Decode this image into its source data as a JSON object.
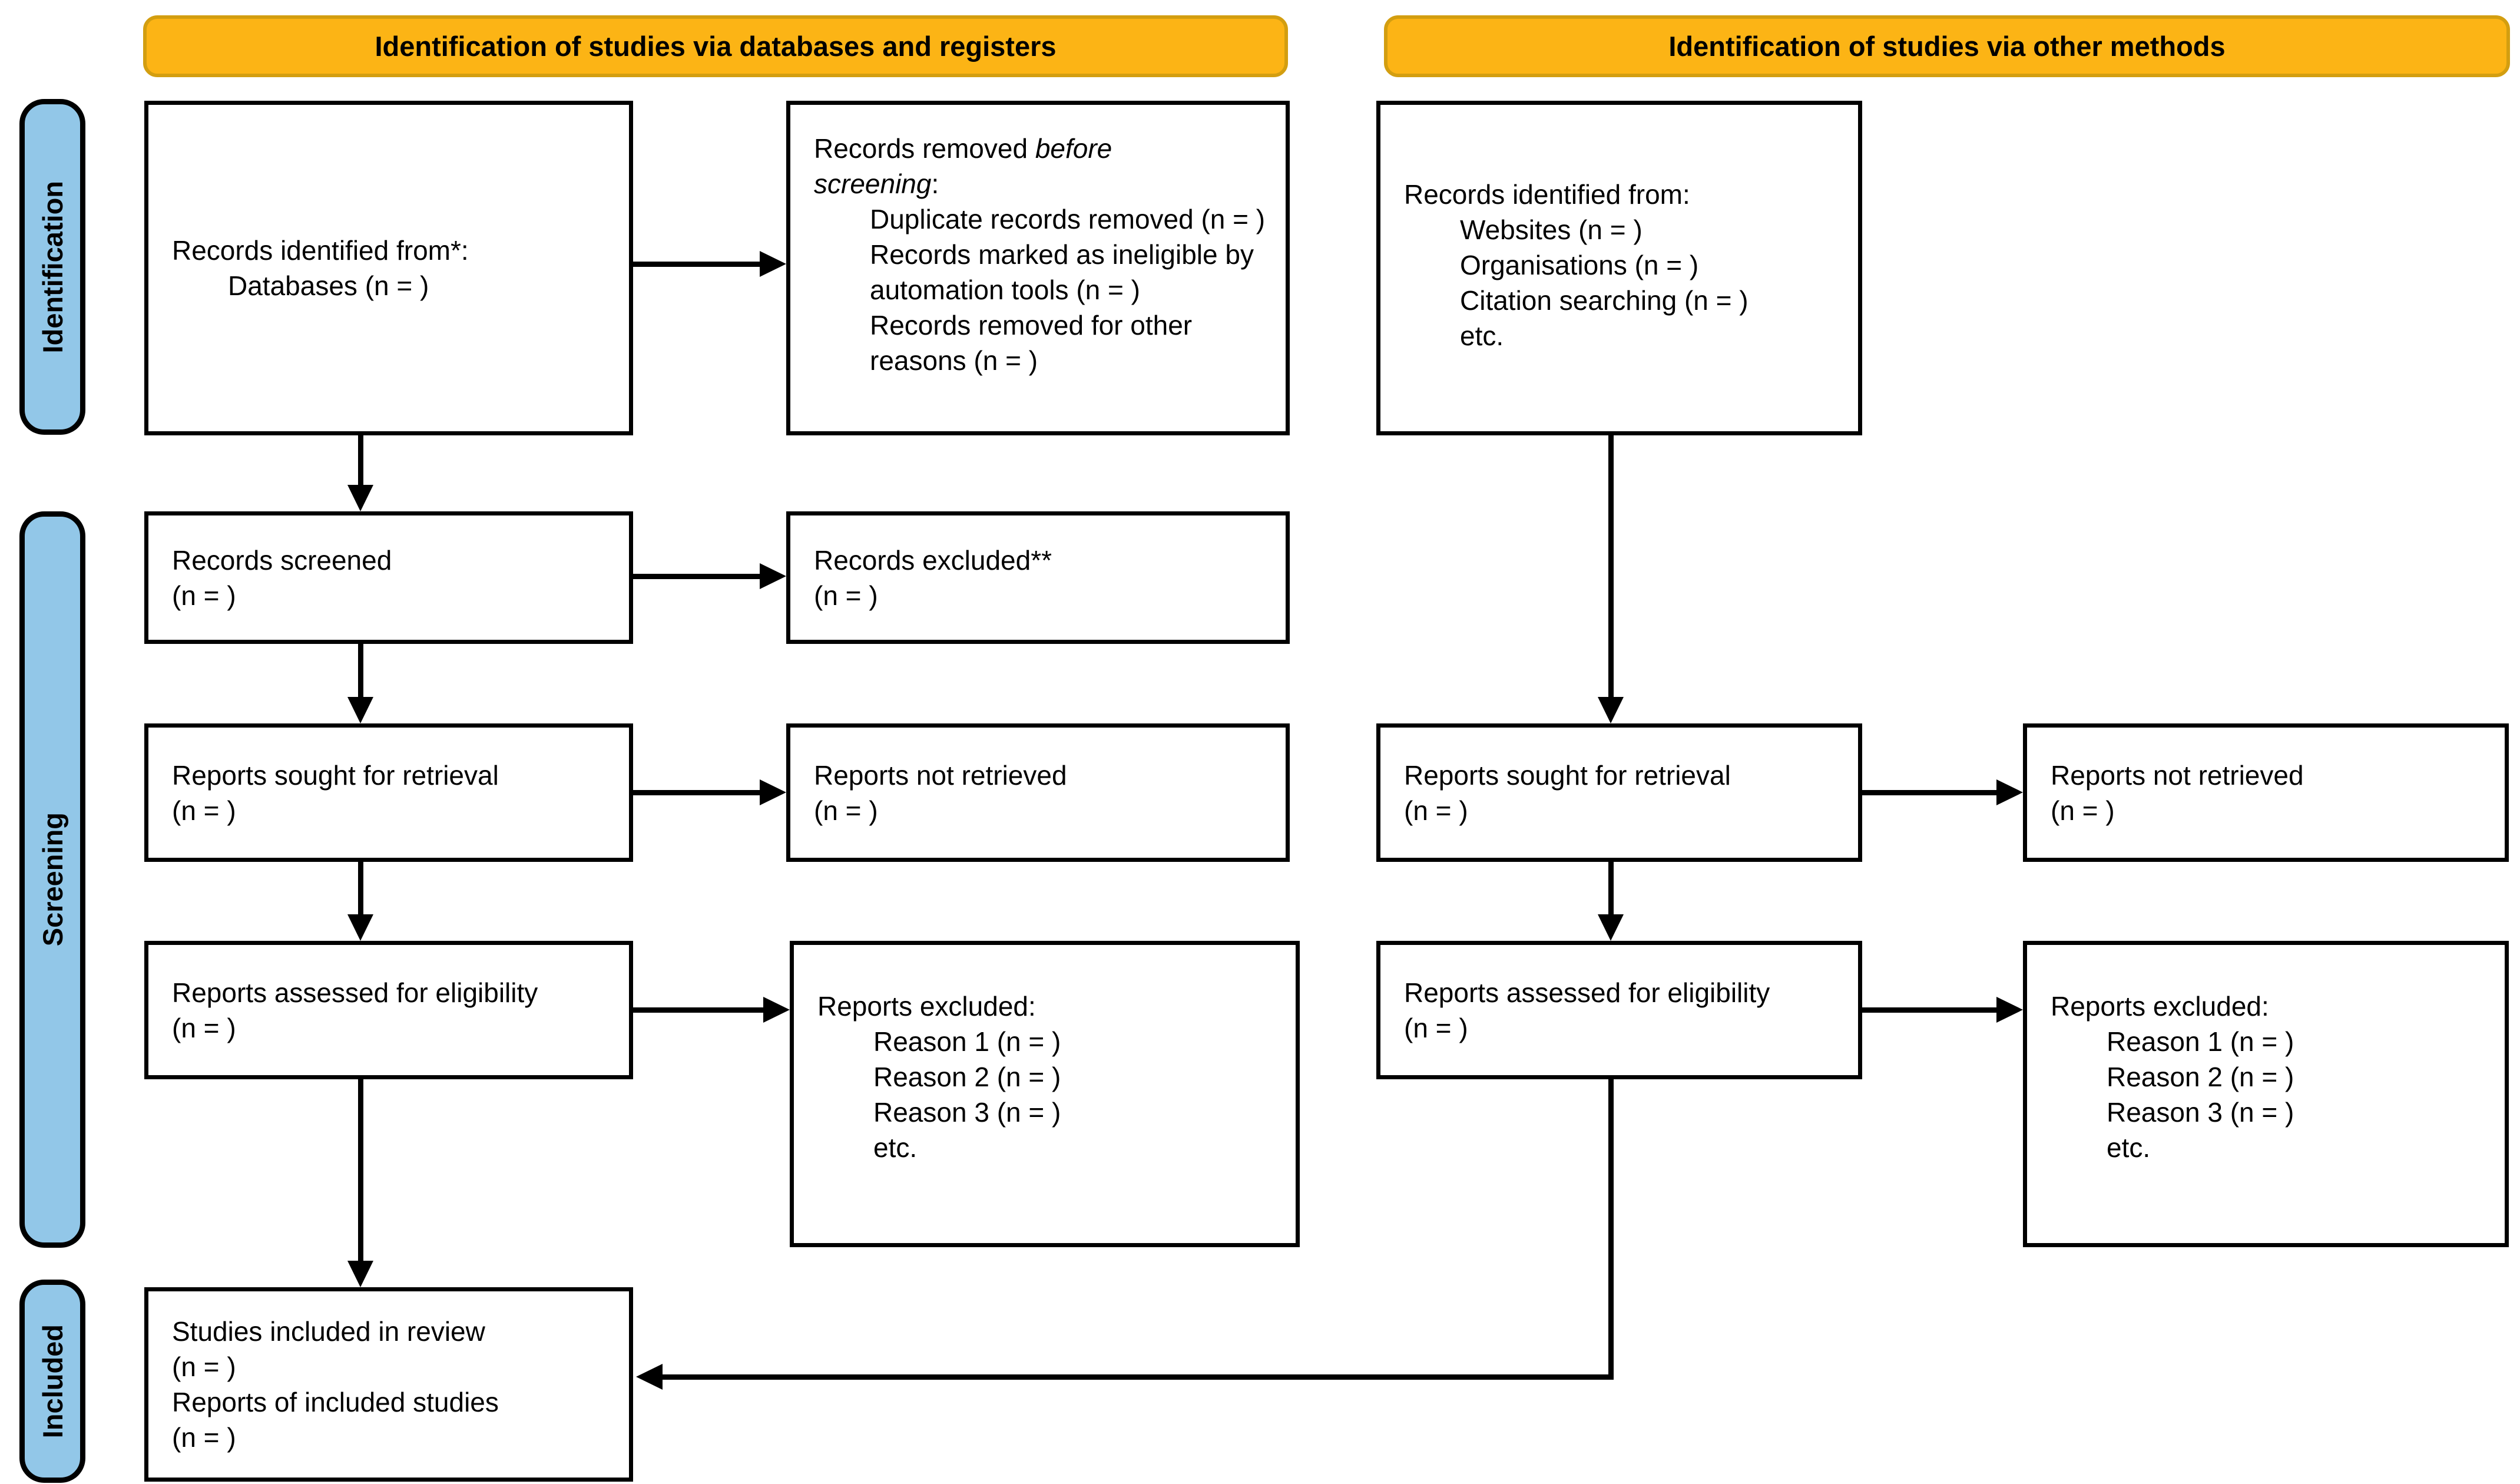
{
  "banners": {
    "databases": "Identification of studies via databases and registers",
    "other": "Identification of studies via other methods"
  },
  "sidebar": {
    "identification": "Identification",
    "screening": "Screening",
    "included": "Included"
  },
  "colors": {
    "banner_fill": "#FCB415",
    "banner_border": "#D39E10",
    "sidebar_fill": "#92C7E8",
    "box_border": "#000000",
    "text": "#000000"
  },
  "boxes": {
    "records_identified_databases": {
      "line1": "Records identified from*:",
      "item1": "Databases (n = )"
    },
    "records_removed": {
      "line1_pre": "Records removed ",
      "line1_italic": "before",
      "line2_italic": "screening",
      "line2_post": ":",
      "item1": "Duplicate records removed (n = )",
      "item2": "Records marked as ineligible by automation tools (n = )",
      "item3": "Records removed for other reasons (n = )"
    },
    "records_identified_other": {
      "line1": "Records identified from:",
      "item1": "Websites (n = )",
      "item2": "Organisations (n = )",
      "item3": "Citation searching (n = )",
      "item4": "etc."
    },
    "records_screened": {
      "line1": "Records screened",
      "line2": "(n = )"
    },
    "records_excluded": {
      "line1": "Records excluded**",
      "line2": "(n = )"
    },
    "reports_sought_db": {
      "line1": "Reports sought for retrieval",
      "line2": "(n = )"
    },
    "reports_not_retrieved_db": {
      "line1": "Reports not retrieved",
      "line2": "(n = )"
    },
    "reports_assessed_db": {
      "line1": "Reports assessed for eligibility",
      "line2": "(n = )"
    },
    "reports_excluded_db": {
      "line1": "Reports excluded:",
      "item1": "Reason 1 (n = )",
      "item2": "Reason 2 (n = )",
      "item3": "Reason 3 (n = )",
      "item4": "etc."
    },
    "reports_sought_other": {
      "line1": "Reports sought for retrieval",
      "line2": "(n = )"
    },
    "reports_not_retrieved_other": {
      "line1": "Reports not retrieved",
      "line2": "(n = )"
    },
    "reports_assessed_other": {
      "line1": "Reports assessed for eligibility",
      "line2": "(n = )"
    },
    "reports_excluded_other": {
      "line1": "Reports excluded:",
      "item1": "Reason 1 (n = )",
      "item2": "Reason 2 (n = )",
      "item3": "Reason 3 (n = )",
      "item4": "etc."
    },
    "studies_included": {
      "line1": "Studies included in review",
      "line2": "(n = )",
      "line3": "Reports of included studies",
      "line4": "(n = )"
    }
  }
}
